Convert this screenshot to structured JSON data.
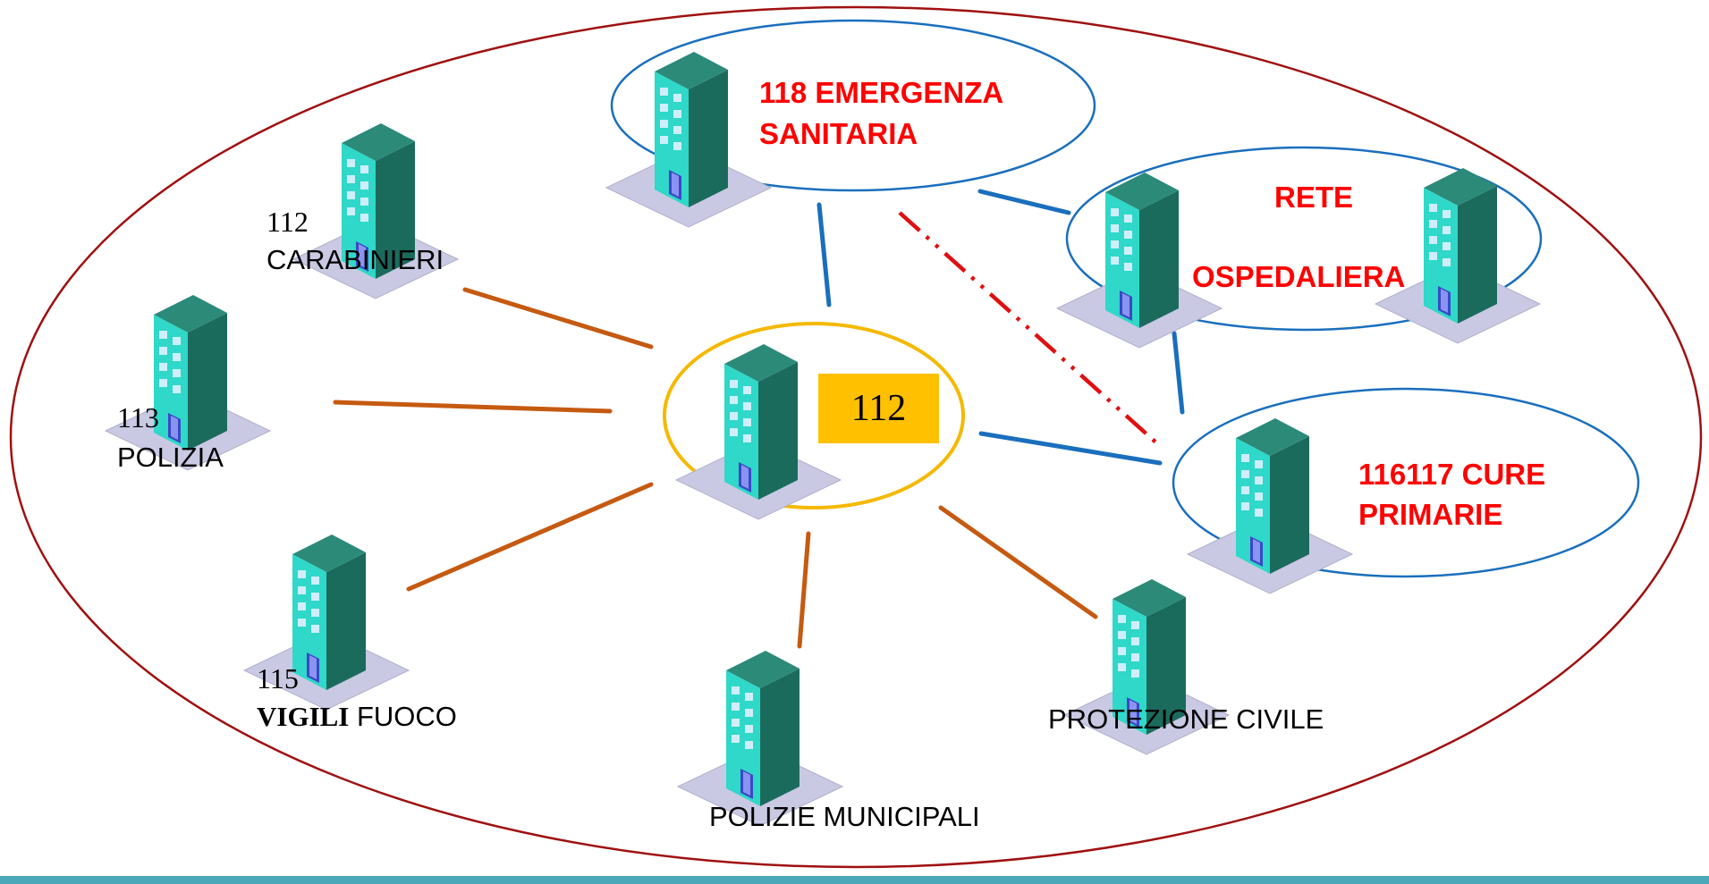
{
  "center": {
    "label": "112"
  },
  "nodes": {
    "carabinieri": {
      "number": "112",
      "name": "CARABINIERI"
    },
    "polizia": {
      "number": "113",
      "name": "POLIZIA"
    },
    "vigili": {
      "number": "115",
      "name_bold": "VIGILI",
      "name_rest": " FUOCO"
    },
    "municipali": {
      "name": "POLIZIE  MUNICIPALI"
    },
    "protezione": {
      "name": "PROTEZIONE CIVILE"
    },
    "emergenza": {
      "line1": "118 EMERGENZA",
      "line2": "SANITARIA"
    },
    "rete": {
      "line1": "RETE",
      "line2": "OSPEDALIERA"
    },
    "cure": {
      "line1": "116117 CURE",
      "line2": "PRIMARIE"
    }
  },
  "colors": {
    "outer_ellipse": "#a01010",
    "center_ring": "#f5b800",
    "blue_links": "#1a6fbd",
    "orange_links": "#c55a11",
    "dashed_link": "#e01010",
    "highlight_text": "#ff0000"
  },
  "icons": {
    "building": "building-icon"
  }
}
